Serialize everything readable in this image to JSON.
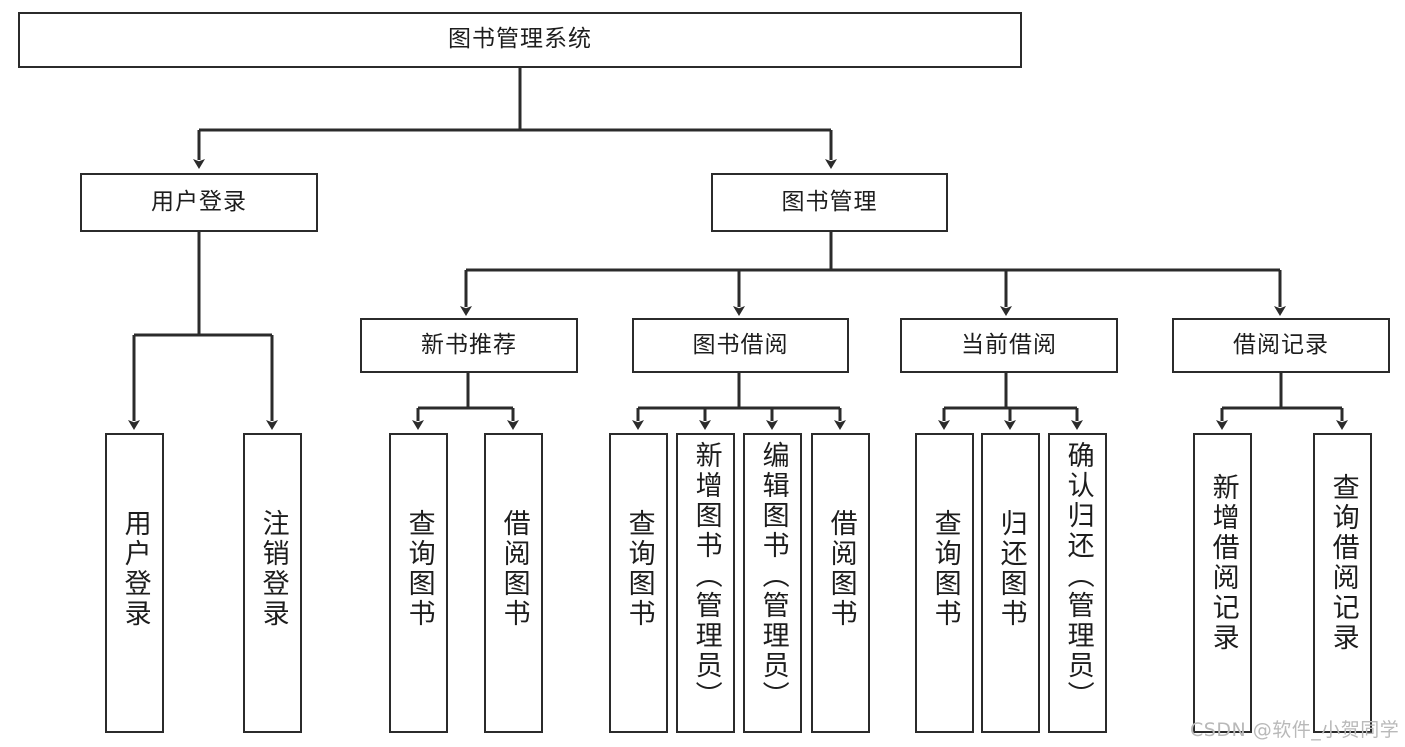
{
  "diagram": {
    "title": "图书管理系统",
    "type": "tree-hierarchy",
    "colors": {
      "box_border": "#2b2b2b",
      "box_fill": "#ffffff",
      "edge": "#2b2b2b",
      "text": "#1d1d1d",
      "watermark": "#b9b9b9",
      "background": "#ffffff"
    },
    "nodes": {
      "root": {
        "label": "图书管理系统"
      },
      "level2": [
        {
          "label": "用户登录"
        },
        {
          "label": "图书管理"
        }
      ],
      "level3": [
        {
          "label": "新书推荐"
        },
        {
          "label": "图书借阅"
        },
        {
          "label": "当前借阅"
        },
        {
          "label": "借阅记录"
        }
      ],
      "leaves": {
        "user_login": [
          {
            "label": "用户登录"
          },
          {
            "label": "注销登录"
          }
        ],
        "new_book": [
          {
            "label": "查询图书"
          },
          {
            "label": "借阅图书"
          }
        ],
        "book_borrow": [
          {
            "label": "查询图书"
          },
          {
            "label": "新增图书（管理员）"
          },
          {
            "label": "编辑图书（管理员）"
          },
          {
            "label": "借阅图书"
          }
        ],
        "current_borrow": [
          {
            "label": "查询图书"
          },
          {
            "label": "归还图书"
          },
          {
            "label": "确认归还（管理员）"
          }
        ],
        "borrow_record": [
          {
            "label": "新增借阅记录"
          },
          {
            "label": "查询借阅记录"
          }
        ]
      }
    },
    "watermark": "CSDN @软件_小贺同学"
  }
}
